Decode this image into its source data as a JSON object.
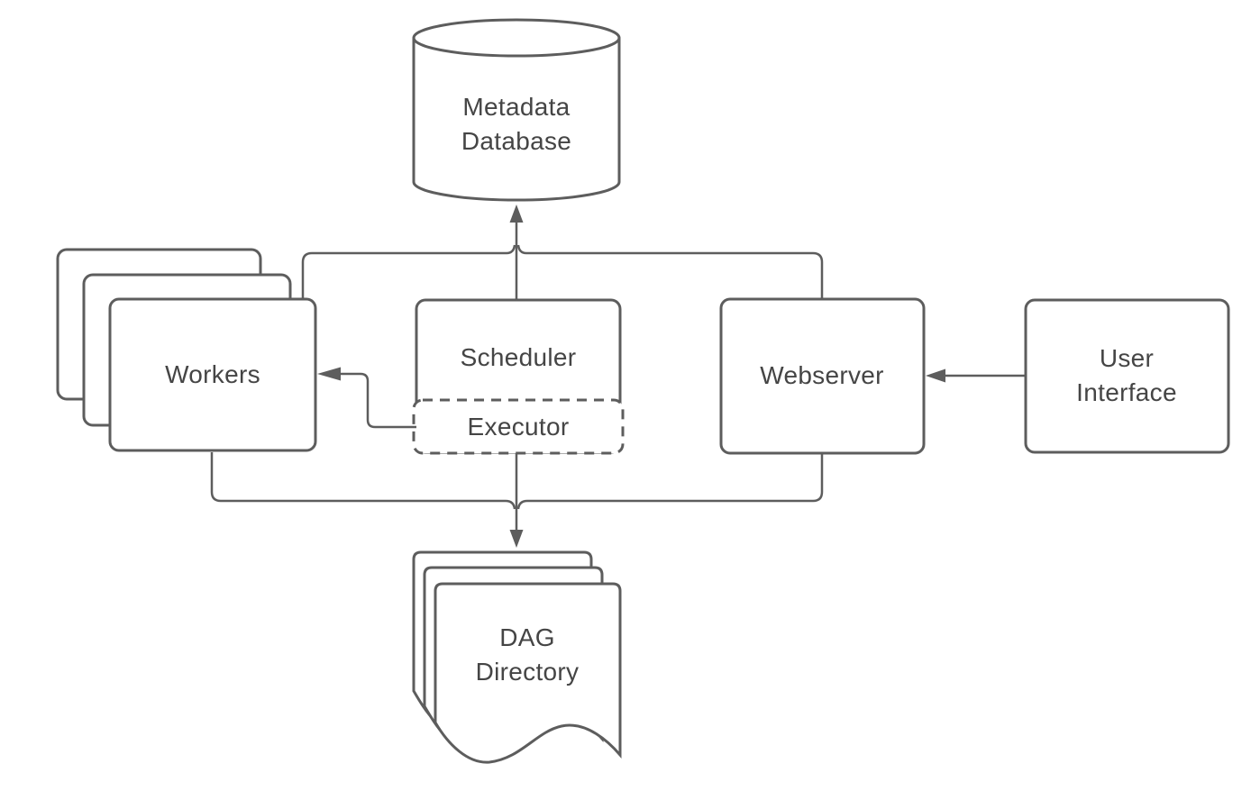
{
  "diagram": {
    "background": "#ffffff",
    "stroke_color": "#5d5d5d",
    "text_color": "#454545",
    "nodes": {
      "metadata_database": {
        "label": "Metadata\nDatabase",
        "shape": "cylinder"
      },
      "workers": {
        "label": "Workers",
        "shape": "stacked-rounded-rectangles"
      },
      "scheduler": {
        "label": "Scheduler",
        "shape": "rounded-rectangle"
      },
      "executor": {
        "label": "Executor",
        "shape": "dashed-rounded-rectangle"
      },
      "webserver": {
        "label": "Webserver",
        "shape": "rounded-rectangle"
      },
      "user_interface": {
        "label": "User\nInterface",
        "shape": "rounded-rectangle"
      },
      "dag_directory": {
        "label": "DAG\nDirectory",
        "shape": "document-stack"
      }
    },
    "edges": [
      {
        "from": "workers",
        "to": "metadata_database",
        "arrow": true
      },
      {
        "from": "scheduler",
        "to": "metadata_database",
        "arrow": true
      },
      {
        "from": "webserver",
        "to": "metadata_database",
        "arrow": true
      },
      {
        "from": "executor",
        "to": "workers",
        "arrow": true
      },
      {
        "from": "user_interface",
        "to": "webserver",
        "arrow": true
      },
      {
        "from": "workers",
        "to": "dag_directory",
        "arrow": true
      },
      {
        "from": "executor",
        "to": "dag_directory",
        "arrow": true
      },
      {
        "from": "webserver",
        "to": "dag_directory",
        "arrow": true
      }
    ]
  }
}
